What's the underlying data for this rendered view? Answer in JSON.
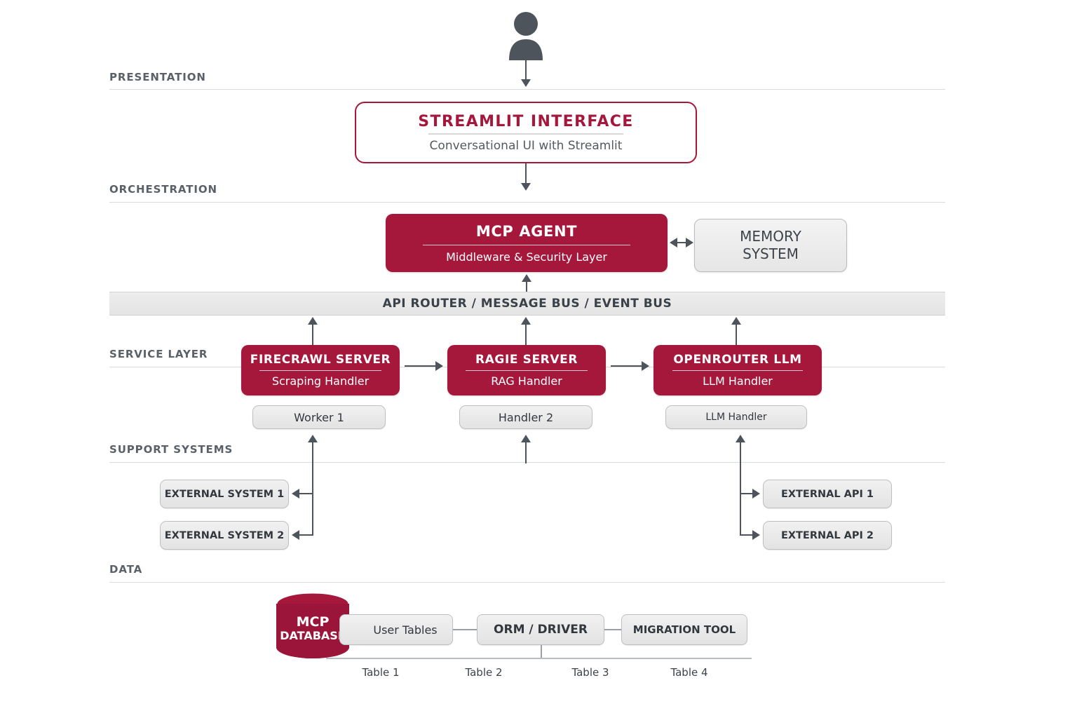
{
  "sections": [
    {
      "label": "PRESENTATION"
    },
    {
      "label": "ORCHESTRATION"
    },
    {
      "label": "SERVICE LAYER"
    },
    {
      "label": "SUPPORT SYSTEMS"
    },
    {
      "label": "DATA"
    }
  ],
  "actor": {
    "icon": "user-icon"
  },
  "presentation": {
    "interface": {
      "title": "STREAMLIT INTERFACE",
      "subtitle": "Conversational UI with Streamlit"
    }
  },
  "orchestration": {
    "agent": {
      "title": "MCP AGENT",
      "subtitle": "Middleware & Security Layer"
    },
    "memory": {
      "line1": "MEMORY",
      "line2": "SYSTEM"
    }
  },
  "bus": {
    "label": "API ROUTER / MESSAGE BUS / EVENT BUS"
  },
  "services": [
    {
      "title": "FIRECRAWL SERVER",
      "subtitle": "Scraping Handler",
      "sub_box": "Worker 1"
    },
    {
      "title": "RAGIE SERVER",
      "subtitle": "RAG Handler",
      "sub_box": "Handler 2"
    },
    {
      "title": "OPENROUTER LLM",
      "subtitle": "LLM Handler",
      "sub_box": "LLM Handler"
    }
  ],
  "support": {
    "left": [
      {
        "label": "EXTERNAL SYSTEM 1"
      },
      {
        "label": "EXTERNAL SYSTEM 2"
      }
    ],
    "right": [
      {
        "label": "EXTERNAL API 1"
      },
      {
        "label": "EXTERNAL API 2"
      }
    ]
  },
  "data": {
    "database": {
      "line1": "MCP",
      "line2": "DATABASE"
    },
    "nodes": [
      {
        "label": "User Tables"
      },
      {
        "label": "ORM / DRIVER"
      },
      {
        "label": "MIGRATION TOOL"
      }
    ],
    "table_labels": [
      "Table 1",
      "Table 2",
      "Table 3",
      "Table 4"
    ]
  },
  "colors": {
    "brand_red": "#A5183C",
    "section_label": "#5b6168",
    "connector": "#4d545c",
    "gray_fill": "#ededed"
  }
}
